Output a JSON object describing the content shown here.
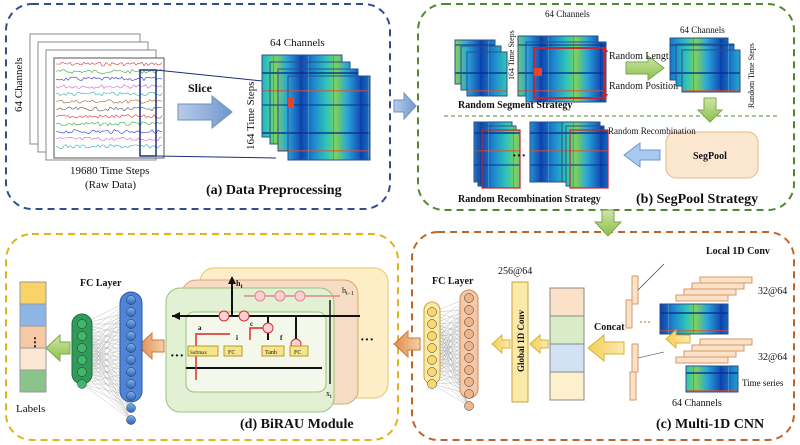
{
  "panels": {
    "a": {
      "caption": "(a) Data Preprocessing",
      "border_color": "#2f4f8f"
    },
    "b": {
      "caption": "(b) SegPool Strategy",
      "border_color": "#4f8a2f"
    },
    "c": {
      "caption": "(c) Multi-1D CNN",
      "border_color": "#c0652a"
    },
    "d": {
      "caption": "(d) BiRAU Module",
      "border_color": "#e2b21c"
    }
  },
  "preprocessing": {
    "channels_label": "64 Channels",
    "raw_steps_label": "19680 Time Steps",
    "raw_data_label": "(Raw Data)",
    "slice_label": "Slice",
    "out_channels_label": "64 Channels",
    "out_steps_label": "164 Time Steps"
  },
  "segpool": {
    "channels_label": "64 Channels",
    "steps_label": "164 Time Steps",
    "random_length": "Random Length",
    "random_position": "Random Position",
    "out_channels_label": "64 Channels",
    "random_time_steps": "Random Time Steps",
    "segment_strategy": "Random Segment Strategy",
    "segpool_box": "SegPool",
    "random_recombination": "Random Recombination",
    "recombination_strategy": "Random Recombination Strategy",
    "ellipsis": "···"
  },
  "cnn": {
    "local_conv": "Local 1D Conv",
    "dim_top": "32@64",
    "dim_bottom": "32@64",
    "time_series": "Time series",
    "channels_label": "64 Channels",
    "concat": "Concat",
    "global_conv": "Global 1D Conv",
    "global_dim": "256@64",
    "fc_layer": "FC Layer"
  },
  "birau": {
    "fc_layer": "FC Layer",
    "labels": "Labels",
    "label_dots": "⋮",
    "ellipsis": "···",
    "h_t": "h",
    "h_t_sub": "t",
    "h_t1_sub": "t−1",
    "x_t": "x",
    "x_t_sub": "t",
    "softmax": "Softmax",
    "fc": "FC",
    "tanh": "Tanh",
    "c_t": "c",
    "a_t": "a",
    "i_t": "i",
    "f_t": "f"
  }
}
